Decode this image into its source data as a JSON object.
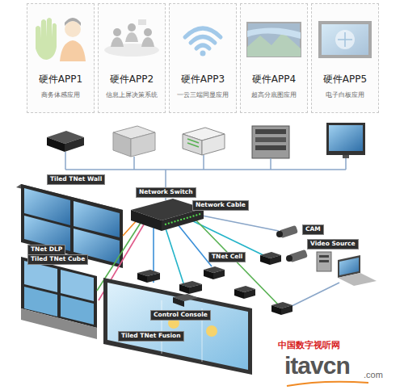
{
  "diagram": {
    "nodes": [
      {
        "text": [
          "硬件APP1",
          "商务体感应用"
        ]
      },
      {
        "text": [
          "硬件APP2",
          "信息上屏决策系统"
        ]
      },
      {
        "text": [
          "硬件APP3",
          "一云三端同显应用"
        ]
      },
      {
        "text": [
          "硬件APP4",
          "超高分底图应用"
        ]
      },
      {
        "text": [
          "硬件APP5",
          "电子白板应用"
        ]
      }
    ],
    "labels": [
      "Tiled TNet Wall",
      "TNet DLP",
      "Tiled TNet Cube",
      "Network Switch",
      "Network Cable",
      "Control Console",
      "TNet Cell",
      "CAM",
      "Video Source",
      "Tiled TNet Fusion",
      "中国数字视听网",
      "itavcn",
      ".com"
    ]
  }
}
